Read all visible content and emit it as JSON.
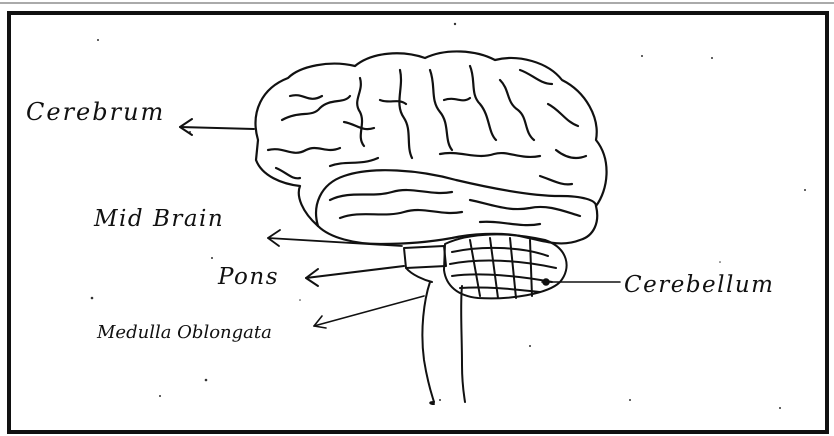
{
  "diagram": {
    "labels": {
      "cerebrum": "Cerebrum",
      "mid_brain": "Mid Brain",
      "pons": "Pons",
      "medulla": "Medulla Oblongata",
      "cerebellum": "Cerebellum"
    }
  }
}
